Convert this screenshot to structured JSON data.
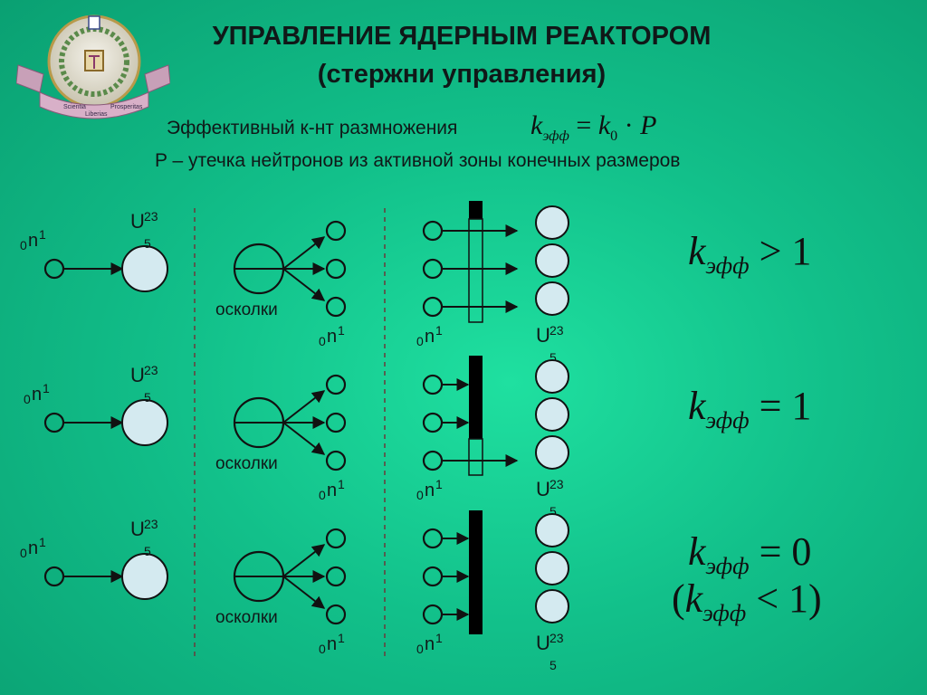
{
  "title_line1": "УПРАВЛЕНИЕ ЯДЕРНЫМ РЕАКТОРОМ",
  "title_line2": "(стержни управления)",
  "formula_caption": "Эффективный к-нт размножения",
  "formula": {
    "lhs": "k",
    "lhs_sub": "эфф",
    "eq": "=",
    "k": "k",
    "k_sub": "0",
    "dot": "·",
    "p": "P"
  },
  "leakage_text": "P – утечка нейтронов из активной зоны конечных размеров",
  "neutron": {
    "sub": "0",
    "symbol": "n",
    "sup": "1"
  },
  "uranium": {
    "symbol": "U",
    "sup": "23",
    "sub": "5"
  },
  "fragments_label": "осколки",
  "logo_ribbon": {
    "left": "Scientia",
    "center": "Liberias",
    "right": "Prosperitas"
  },
  "conditions": [
    {
      "k": "k",
      "sub": "эфф",
      "rel": "> 1"
    },
    {
      "k": "k",
      "sub": "эфф",
      "rel": "= 1"
    },
    {
      "k": "k",
      "sub": "эфф",
      "rel": "= 0"
    }
  ],
  "condition3_extra": {
    "open": "(",
    "k": "k",
    "sub": "эфф",
    "rel": "< 1)"
  },
  "colors": {
    "background": "#12c08a",
    "circle_fill": "#d4eaf0",
    "rod": "#000000",
    "stroke": "#111111",
    "divider": "#6a3a3a"
  }
}
